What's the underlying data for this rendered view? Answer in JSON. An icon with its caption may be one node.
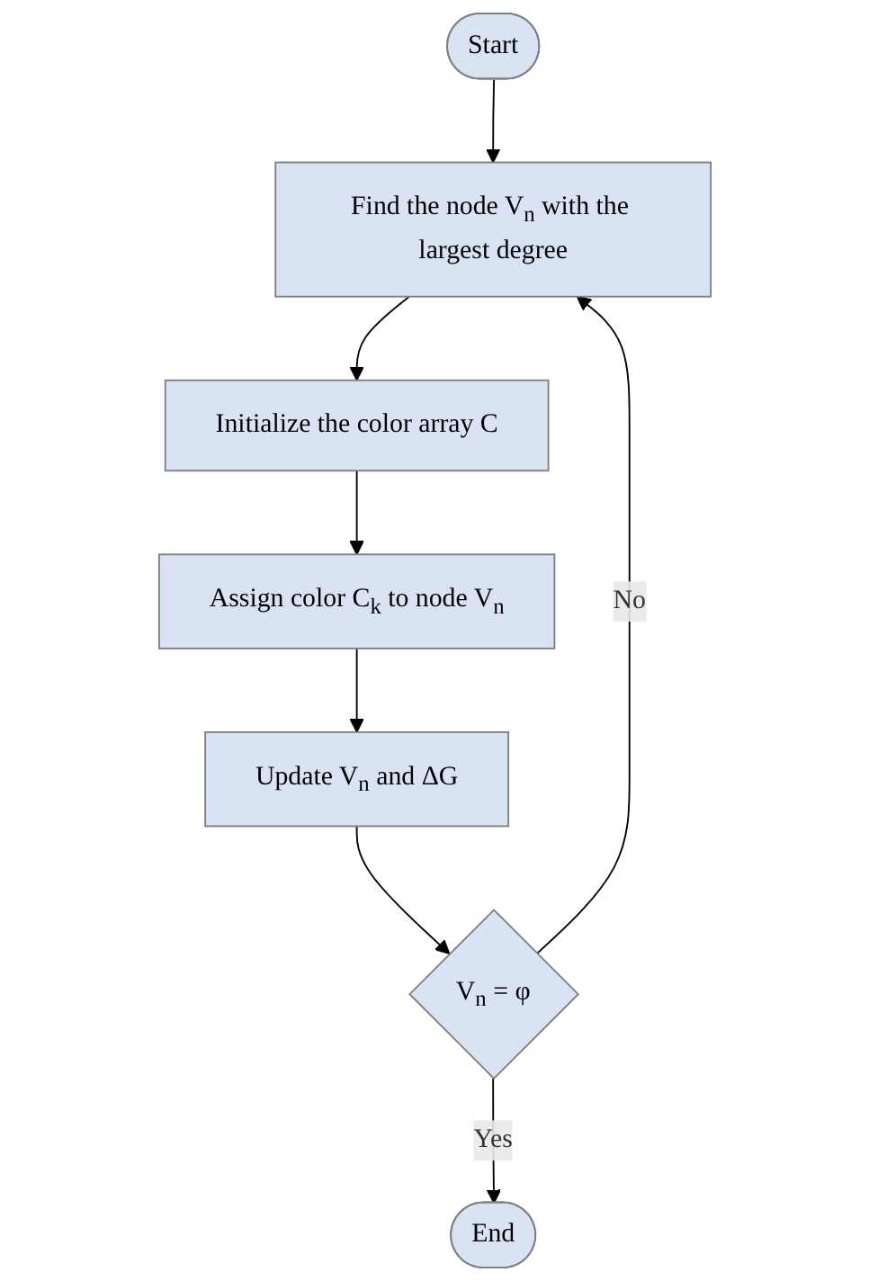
{
  "diagram": {
    "nodes": [
      {
        "text": [
          "Start"
        ]
      },
      {
        "text": [
          "Find the node V$_{n}$ with the largest degree"
        ]
      },
      {
        "text": [
          "Initialize the color array C"
        ]
      },
      {
        "text": [
          "Assign color C$_{k}$ to node V$_{n}$"
        ]
      },
      {
        "text": [
          "Update V$_{n}$ and ΔG"
        ]
      },
      {
        "text": [
          "V$_{n}$ = φ"
        ]
      },
      {
        "text": [
          "End"
        ]
      }
    ],
    "edges": [
      {
        "from": 0,
        "to": 1,
        "arrow": "to"
      },
      {
        "from": 1,
        "to": 2,
        "arrow": "to"
      },
      {
        "from": 2,
        "to": 3,
        "arrow": "to"
      },
      {
        "from": 3,
        "to": 4,
        "arrow": "to"
      },
      {
        "from": 4,
        "to": 5,
        "arrow": "to"
      },
      {
        "from": 5,
        "to": 6,
        "label": "Yes",
        "arrow": "to"
      },
      {
        "from": 5,
        "to": 1,
        "label": "No",
        "arrow": "to"
      }
    ]
  }
}
